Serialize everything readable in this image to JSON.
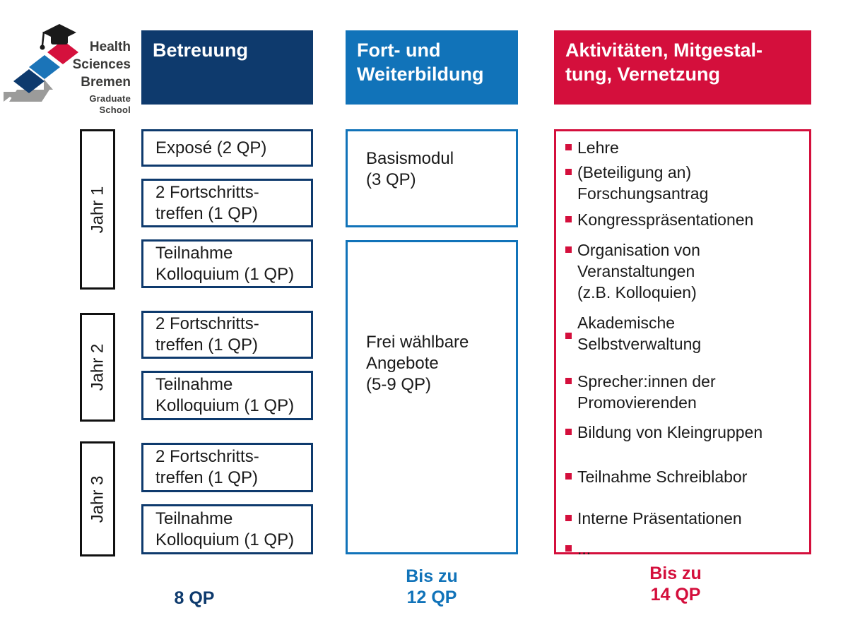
{
  "logo": {
    "line1": "Health",
    "line2": "Sciences",
    "line3": "Bremen",
    "subtitle": "Graduate School"
  },
  "colors": {
    "navy": "#0e3a6d",
    "blue": "#1173b9",
    "red": "#d40f3c",
    "grey": "#9b9b9a",
    "black": "#1a1a1a"
  },
  "years": [
    "Jahr 1",
    "Jahr 2",
    "Jahr 3"
  ],
  "betreuung": {
    "title": "Betreuung",
    "rows": [
      "Exposé (2 QP)",
      "2 Fortschritts-\ntreffen (1 QP)",
      "Teilnahme\nKolloquium (1 QP)",
      "2 Fortschritts-\ntreffen (1 QP)",
      "Teilnahme\nKolloquium (1 QP)",
      "2 Fortschritts-\ntreffen (1 QP)",
      "Teilnahme\nKolloquium (1 QP)"
    ],
    "total": "8 QP"
  },
  "weiterbildung": {
    "title": "Fort- und\nWeiterbildung",
    "boxes": [
      "Basismodul\n(3 QP)",
      "Frei wählbare\nAngebote\n(5-9 QP)"
    ],
    "total": "Bis zu\n12 QP"
  },
  "aktivitaeten": {
    "title": "Aktivitäten, Mitgestal-\ntung, Vernetzung",
    "items": [
      "Lehre",
      "(Beteiligung an)\nForschungsantrag",
      "Kongresspräsentationen",
      "Organisation von\nVeranstaltungen\n(z.B. Kolloquien)",
      "Akademische\nSelbstverwaltung",
      "Sprecher:innen der\nPromovierenden",
      "Bildung von Kleingruppen",
      "Teilnahme Schreiblabor",
      "Interne Präsentationen",
      "..."
    ],
    "total": "Bis zu\n14 QP"
  }
}
